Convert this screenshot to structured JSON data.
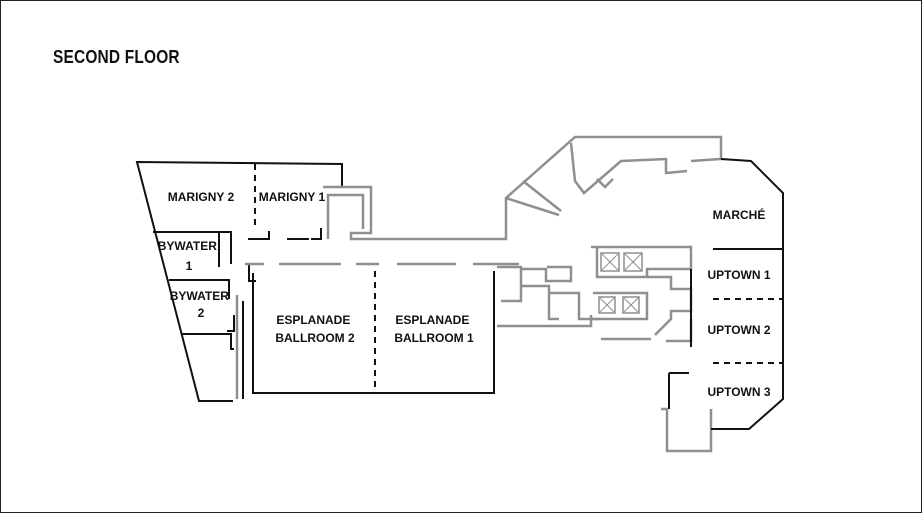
{
  "title": "SECOND FLOOR",
  "colors": {
    "wall": "#111111",
    "service_wall": "#8f8f8f",
    "background": "#ffffff"
  },
  "rooms": {
    "marigny_2": {
      "lines": [
        "MARIGNY 2"
      ]
    },
    "marigny_1": {
      "lines": [
        "MARIGNY 1"
      ]
    },
    "bywater_1": {
      "lines": [
        "BYWATER",
        "1"
      ]
    },
    "bywater_2": {
      "lines": [
        "BYWATER",
        "2"
      ]
    },
    "esplanade_2": {
      "lines": [
        "ESPLANADE",
        "BALLROOM 2"
      ]
    },
    "esplanade_1": {
      "lines": [
        "ESPLANADE",
        "BALLROOM 1"
      ]
    },
    "marche": {
      "lines": [
        "MARCHÉ"
      ]
    },
    "uptown_1": {
      "lines": [
        "UPTOWN 1"
      ]
    },
    "uptown_2": {
      "lines": [
        "UPTOWN 2"
      ]
    },
    "uptown_3": {
      "lines": [
        "UPTOWN 3"
      ]
    }
  },
  "icons": [
    "elevator-icon"
  ]
}
